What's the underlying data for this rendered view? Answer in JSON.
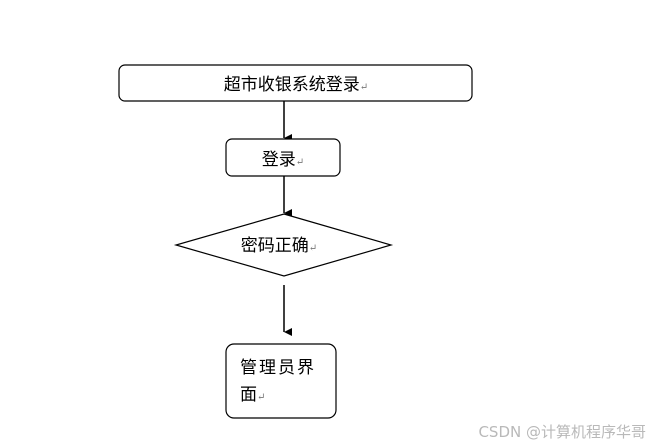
{
  "flowchart": {
    "nodes": {
      "start": {
        "label": "超市收银系统登录"
      },
      "login": {
        "label": "登录"
      },
      "check": {
        "label": "密码正确"
      },
      "admin": {
        "label_lines": [
          "管理员界",
          "面"
        ]
      }
    },
    "paragraph_mark": "↵"
  },
  "watermark": {
    "text": "CSDN @计算机程序华哥"
  }
}
